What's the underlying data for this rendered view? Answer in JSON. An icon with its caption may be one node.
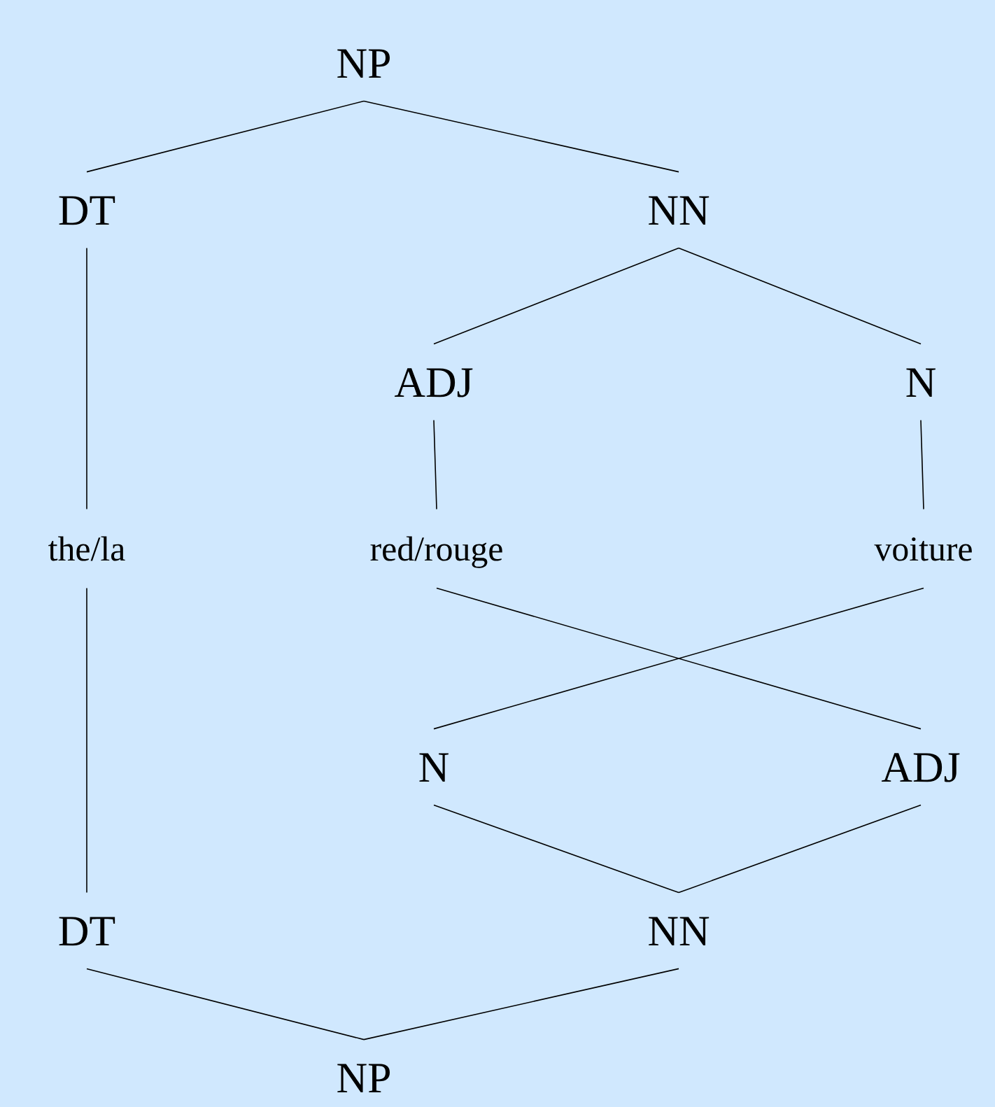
{
  "diagram": {
    "nodes": [
      {
        "text": [
          "NP"
        ]
      },
      {
        "text": [
          "DT"
        ]
      },
      {
        "text": [
          "NN"
        ]
      },
      {
        "text": [
          "ADJ"
        ]
      },
      {
        "text": [
          "N"
        ]
      },
      {
        "text": [
          "the/la"
        ]
      },
      {
        "text": [
          "red/rouge"
        ]
      },
      {
        "text": [
          "voiture"
        ]
      },
      {
        "text": [
          "N"
        ]
      },
      {
        "text": [
          "ADJ"
        ]
      },
      {
        "text": [
          "DT"
        ]
      },
      {
        "text": [
          "NN"
        ]
      },
      {
        "text": [
          "NP"
        ]
      }
    ],
    "edges": [
      {
        "from": 0,
        "to": 1,
        "arrow": "none"
      },
      {
        "from": 0,
        "to": 2,
        "arrow": "none"
      },
      {
        "from": 2,
        "to": 3,
        "arrow": "none"
      },
      {
        "from": 2,
        "to": 4,
        "arrow": "none"
      },
      {
        "from": 1,
        "to": 5,
        "arrow": "none"
      },
      {
        "from": 3,
        "to": 6,
        "arrow": "none"
      },
      {
        "from": 4,
        "to": 7,
        "arrow": "none"
      },
      {
        "from": 5,
        "to": 10,
        "arrow": "none"
      },
      {
        "from": 6,
        "to": 9,
        "arrow": "none"
      },
      {
        "from": 7,
        "to": 8,
        "arrow": "none"
      },
      {
        "from": 8,
        "to": 11,
        "arrow": "none"
      },
      {
        "from": 9,
        "to": 11,
        "arrow": "none"
      },
      {
        "from": 10,
        "to": 12,
        "arrow": "none"
      },
      {
        "from": 11,
        "to": 12,
        "arrow": "none"
      }
    ]
  }
}
